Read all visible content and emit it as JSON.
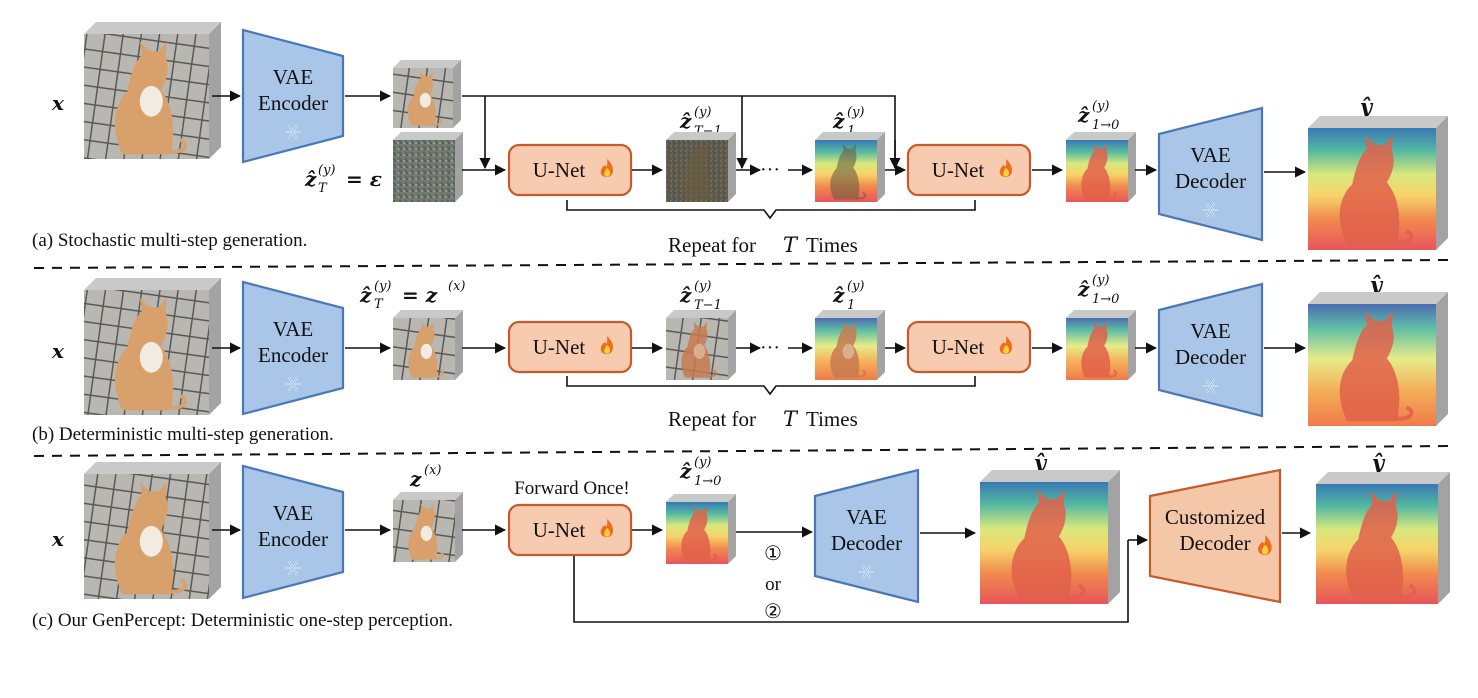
{
  "rows": [
    {
      "caption": "(a) Stochastic multi-step generation.",
      "input_label": "x",
      "encoder": {
        "line1": "VAE",
        "line2": "Encoder"
      },
      "noise_label": "ẑ",
      "noise_sup": "(y)",
      "noise_sub": "T",
      "noise_rhs": "= ε",
      "latent_tm1": {
        "base": "ẑ",
        "sup": "(y)",
        "sub": "T−1"
      },
      "latent_1": {
        "base": "ẑ",
        "sup": "(y)",
        "sub": "1"
      },
      "latent_10": {
        "base": "ẑ",
        "sup": "(y)",
        "sub": "1→0"
      },
      "unet_label": "U-Net",
      "dots": "···",
      "repeat": "Repeat for",
      "repeat_T": "T",
      "repeat_times": "Times",
      "decoder": {
        "line1": "VAE",
        "line2": "Decoder"
      },
      "output_label": "ŷ"
    },
    {
      "caption": "(b) Deterministic multi-step generation.",
      "input_label": "x",
      "encoder": {
        "line1": "VAE",
        "line2": "Encoder"
      },
      "start_label": {
        "base": "ẑ",
        "sup": "(y)",
        "sub": "T",
        "rhs": "= z",
        "rhs_sup": "(x)"
      },
      "latent_tm1": {
        "base": "ẑ",
        "sup": "(y)",
        "sub": "T−1"
      },
      "latent_1": {
        "base": "ẑ",
        "sup": "(y)",
        "sub": "1"
      },
      "latent_10": {
        "base": "ẑ",
        "sup": "(y)",
        "sub": "1→0"
      },
      "unet_label": "U-Net",
      "dots": "···",
      "repeat": "Repeat for",
      "repeat_T": "T",
      "repeat_times": "Times",
      "decoder": {
        "line1": "VAE",
        "line2": "Decoder"
      },
      "output_label": "ŷ"
    },
    {
      "caption": "(c) Our GenPercept: Deterministic one-step perception.",
      "input_label": "x",
      "encoder": {
        "line1": "VAE",
        "line2": "Encoder"
      },
      "latent_x": {
        "base": "z",
        "sup": "(x)"
      },
      "forward_once": "Forward Once!",
      "unet_label": "U-Net",
      "latent_10": {
        "base": "ẑ",
        "sup": "(y)",
        "sub": "1→0"
      },
      "option1": "①",
      "or": "or",
      "option2": "②",
      "decoder": {
        "line1": "VAE",
        "line2": "Decoder"
      },
      "output_label": "ŷ",
      "custom_decoder": {
        "line1": "Customized",
        "line2": "Decoder"
      },
      "output2_label": "ŷ"
    }
  ],
  "icons": {
    "frozen": "snowflake-icon",
    "trainable": "flame-icon"
  },
  "colors": {
    "vae_fill": "#a9c6e8",
    "vae_stroke": "#4a78b6",
    "unet_fill": "#f7cbb0",
    "unet_stroke": "#c85a2a",
    "custom_fill": "#f4c7a8"
  }
}
